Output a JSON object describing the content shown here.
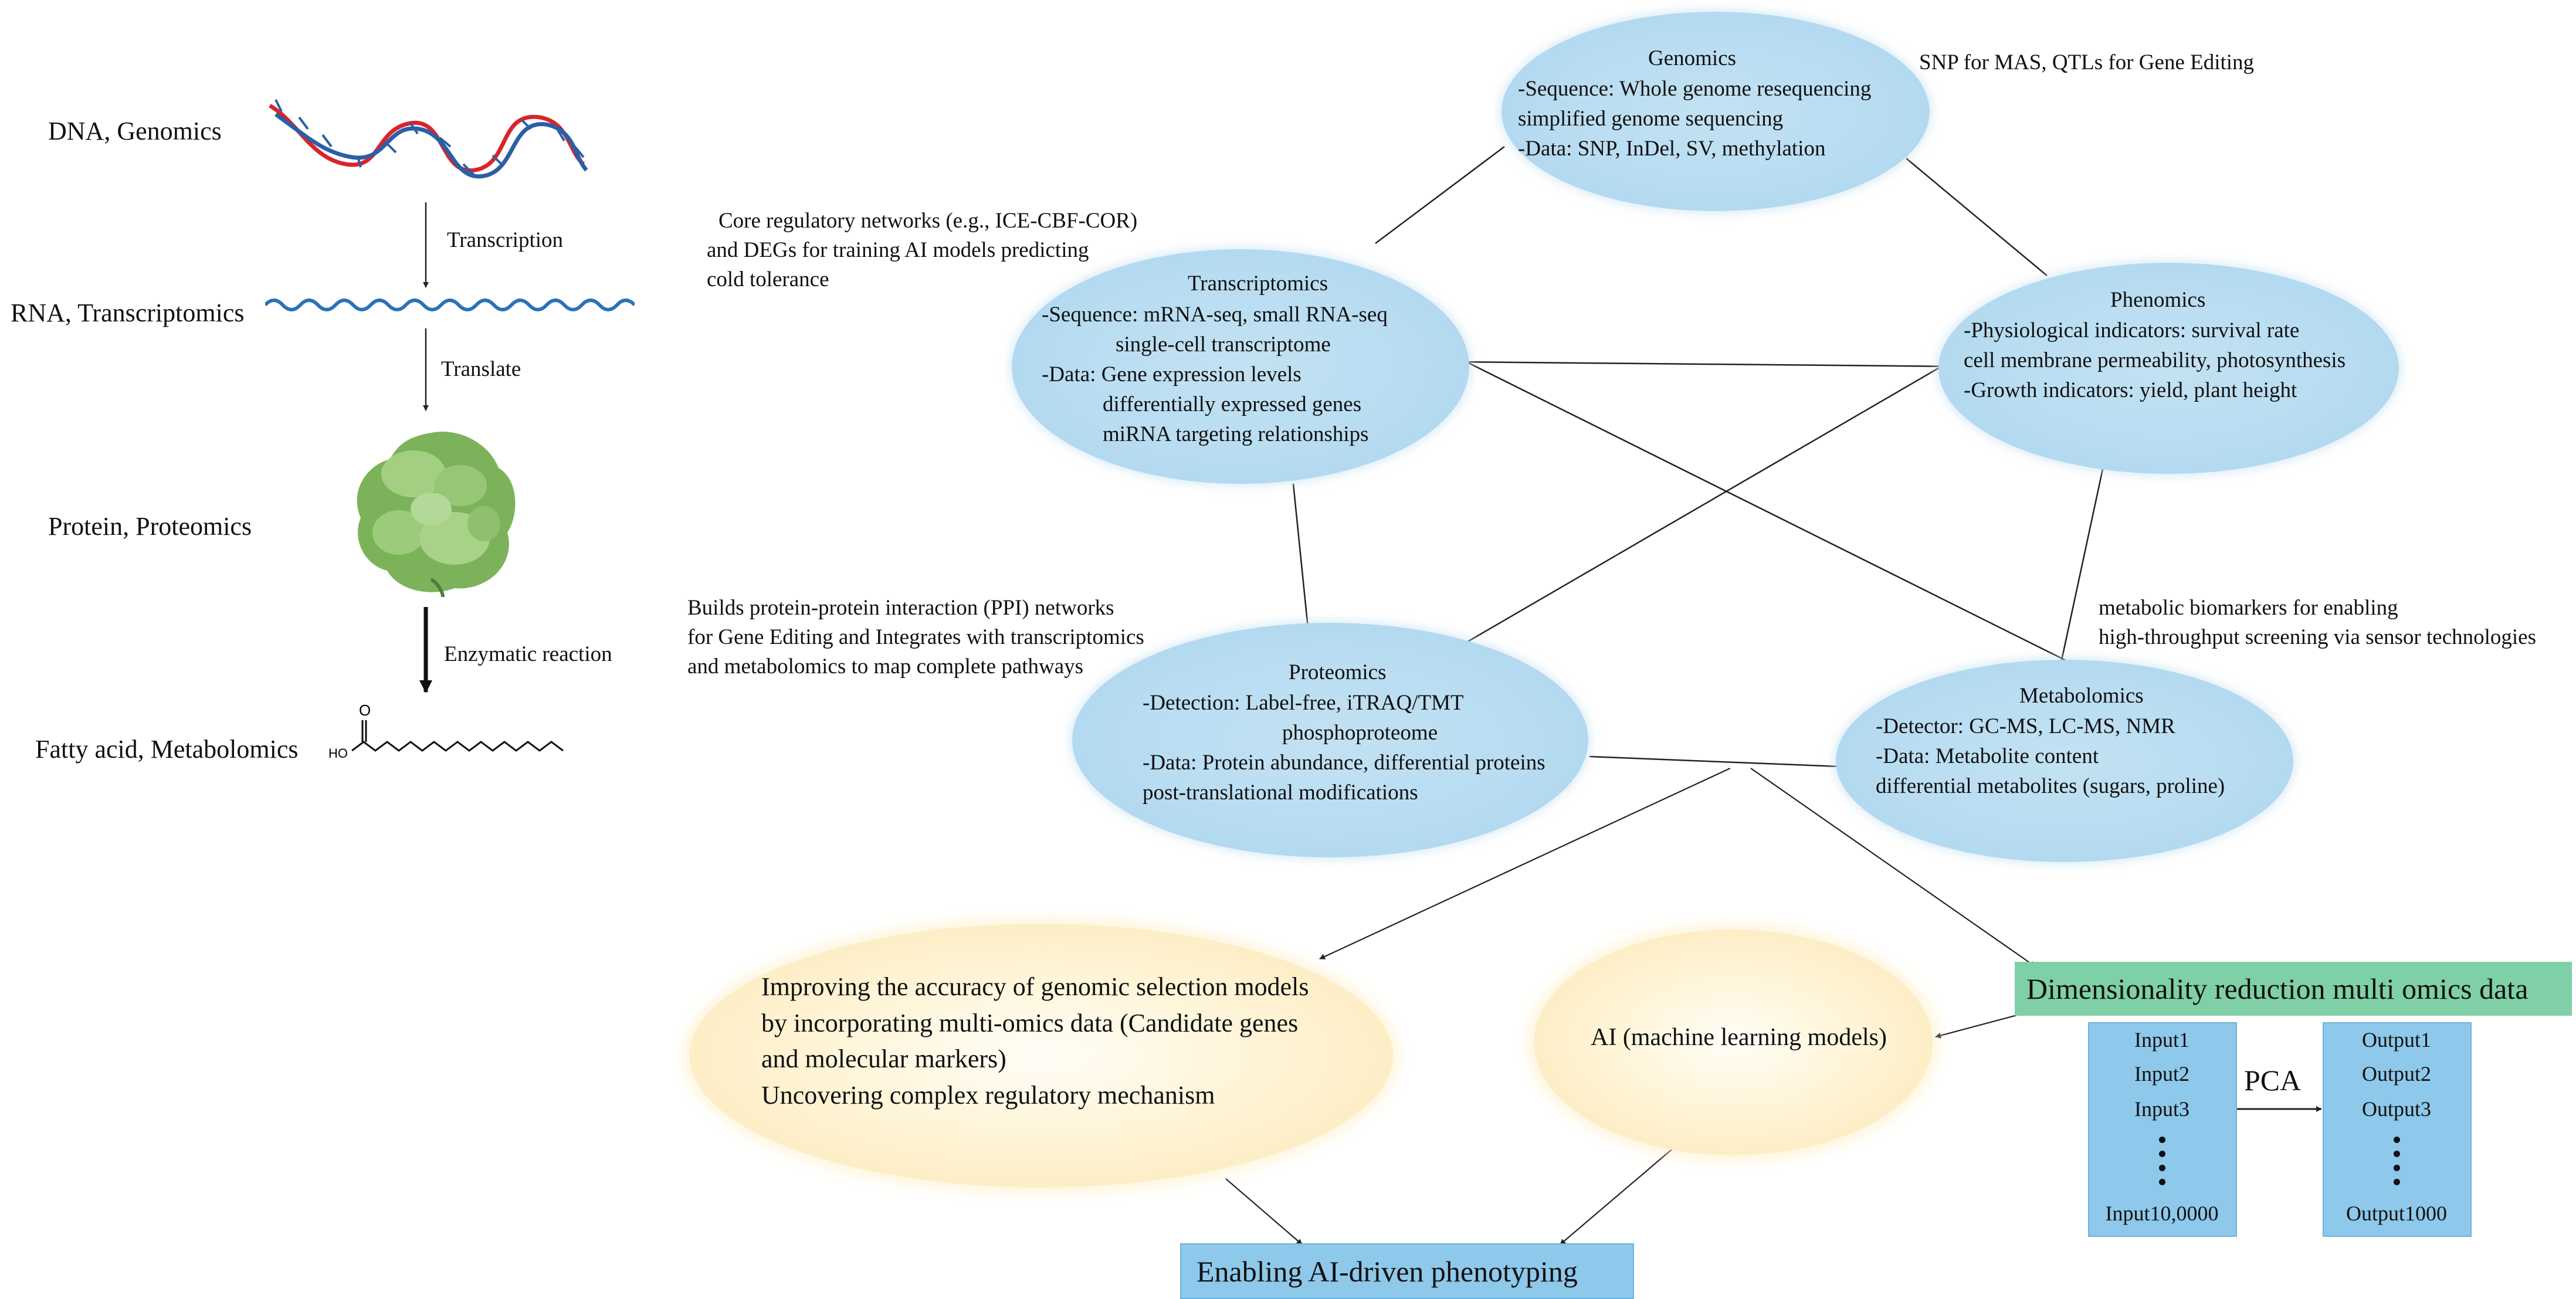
{
  "left_column": {
    "dna_label": "DNA, Genomics",
    "rna_label": "RNA, Transcriptomics",
    "protein_label": "Protein, Proteomics",
    "fatty_label": "Fatty acid, Metabolomics",
    "transcription": "Transcription",
    "translate": "Translate",
    "enzymatic": "Enzymatic reaction",
    "mol_o": "O",
    "mol_ho": "HO"
  },
  "notes": {
    "genomics_side": "SNP for MAS, QTLs for Gene Editing",
    "core_line1": "Core regulatory networks (e.g., ICE-CBF-COR)",
    "core_line2": "and DEGs for  training AI models predicting",
    "core_line3": "cold tolerance",
    "ppi_line1": "Builds protein-protein interaction (PPI) networks",
    "ppi_line2": "for Gene Editing and Integrates with transcriptomics",
    "ppi_line3": "and metabolomics to map complete pathways",
    "meta_line1": "metabolic biomarkers for enabling",
    "meta_line2": "high-throughput screening via sensor technologies"
  },
  "genomics": {
    "title": "Genomics",
    "l1": "-Sequence: Whole genome resequencing",
    "l2": "simplified genome sequencing",
    "l3": "-Data: SNP, InDel, SV, methylation"
  },
  "transcriptomics": {
    "title": "Transcriptomics",
    "l1": "-Sequence: mRNA-seq, small RNA-seq",
    "l2": "single-cell transcriptome",
    "l3": "-Data: Gene expression levels",
    "l4": "differentially expressed genes",
    "l5": "miRNA targeting relationships"
  },
  "phenomics": {
    "title": "Phenomics",
    "l1": "-Physiological indicators: survival rate",
    "l2": "cell membrane permeability, photosynthesis",
    "l3": "-Growth indicators: yield, plant height"
  },
  "proteomics": {
    "title": "Proteomics",
    "l1": "-Detection: Label-free, iTRAQ/TMT",
    "l2": "phosphoproteome",
    "l3": "-Data: Protein abundance, differential proteins",
    "l4": "post-translational modifications"
  },
  "metabolomics": {
    "title": "Metabolomics",
    "l1": "-Detector: GC-MS, LC-MS, NMR",
    "l2": "-Data: Metabolite content",
    "l3": "differential metabolites (sugars, proline)"
  },
  "bottom": {
    "improve_l1": "Improving the accuracy of genomic selection models",
    "improve_l2": "by incorporating multi-omics data (Candidate genes",
    "improve_l3": "and molecular markers)",
    "improve_l4": "Uncovering complex regulatory mechanism",
    "ai": "AI (machine learning models)",
    "dimred": "Dimensionality reduction multi omics data",
    "enabling": "Enabling AI-driven phenotyping",
    "pca": "PCA",
    "inputs": [
      "Input1",
      "Input2",
      "Input3"
    ],
    "input_last": "Input10,0000",
    "outputs": [
      "Output1",
      "Output2",
      "Output3"
    ],
    "output_last": "Output1000"
  },
  "colors": {
    "ellipse_blue": "#b8dcf1",
    "ellipse_yellow": "#fbe7b6",
    "green_box": "#7fd0a6",
    "blue_box": "#8ec8ea",
    "dna_red": "#d9242b",
    "dna_blue": "#2a5fa6",
    "rna_blue": "#2a72b8",
    "protein_green": "#7cb35a"
  }
}
